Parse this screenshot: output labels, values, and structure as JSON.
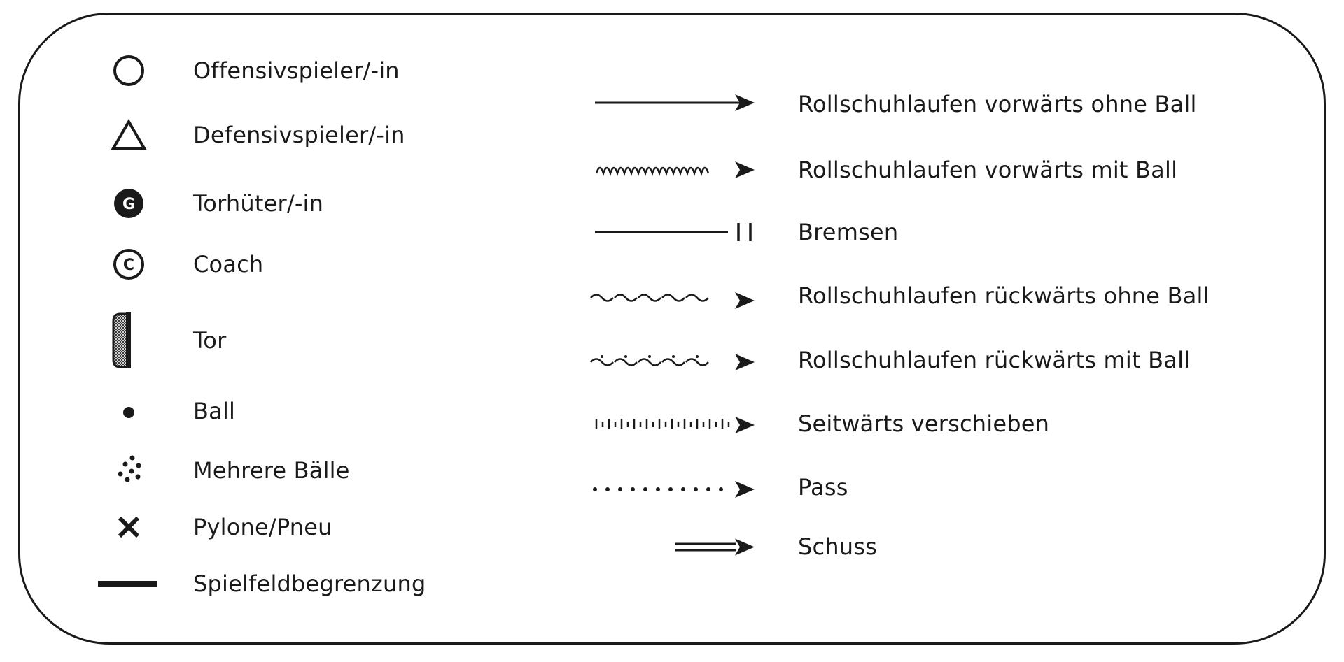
{
  "legend": {
    "players": [
      {
        "label": "Offensivspieler/-in",
        "icon": "circle-outline-icon"
      },
      {
        "label": "Defensivspieler/-in",
        "icon": "triangle-outline-icon"
      },
      {
        "label": "Torhüter/-in",
        "icon": "goalkeeper-g-icon",
        "glyph": "G"
      },
      {
        "label": "Coach",
        "icon": "coach-c-icon",
        "glyph": "C"
      },
      {
        "label": "Tor",
        "icon": "goal-net-icon"
      },
      {
        "label": "Ball",
        "icon": "ball-dot-icon"
      },
      {
        "label": "Mehrere Bälle",
        "icon": "multiple-balls-icon"
      },
      {
        "label": "Pylone/Pneu",
        "icon": "cross-icon"
      },
      {
        "label": "Spielfeldbegrenzung",
        "icon": "boundary-line-icon"
      }
    ],
    "movements": [
      {
        "label": "Rollschuhlaufen vorwärts ohne Ball",
        "icon": "solid-arrow-icon"
      },
      {
        "label": "Rollschuhlaufen vorwärts mit Ball",
        "icon": "wavy-arrow-icon"
      },
      {
        "label": "Bremsen",
        "icon": "brake-line-icon"
      },
      {
        "label": "Rollschuhlaufen rückwärts ohne Ball",
        "icon": "backward-wave-arrow-icon"
      },
      {
        "label": "Rollschuhlaufen rückwärts mit Ball",
        "icon": "backward-wave-dots-arrow-icon"
      },
      {
        "label": "Seitwärts verschieben",
        "icon": "sideways-ticks-arrow-icon"
      },
      {
        "label": "Pass",
        "icon": "dotted-arrow-icon"
      },
      {
        "label": "Schuss",
        "icon": "double-line-arrow-icon"
      }
    ]
  },
  "colors": {
    "ink": "#1a1a1a",
    "background": "#ffffff"
  }
}
